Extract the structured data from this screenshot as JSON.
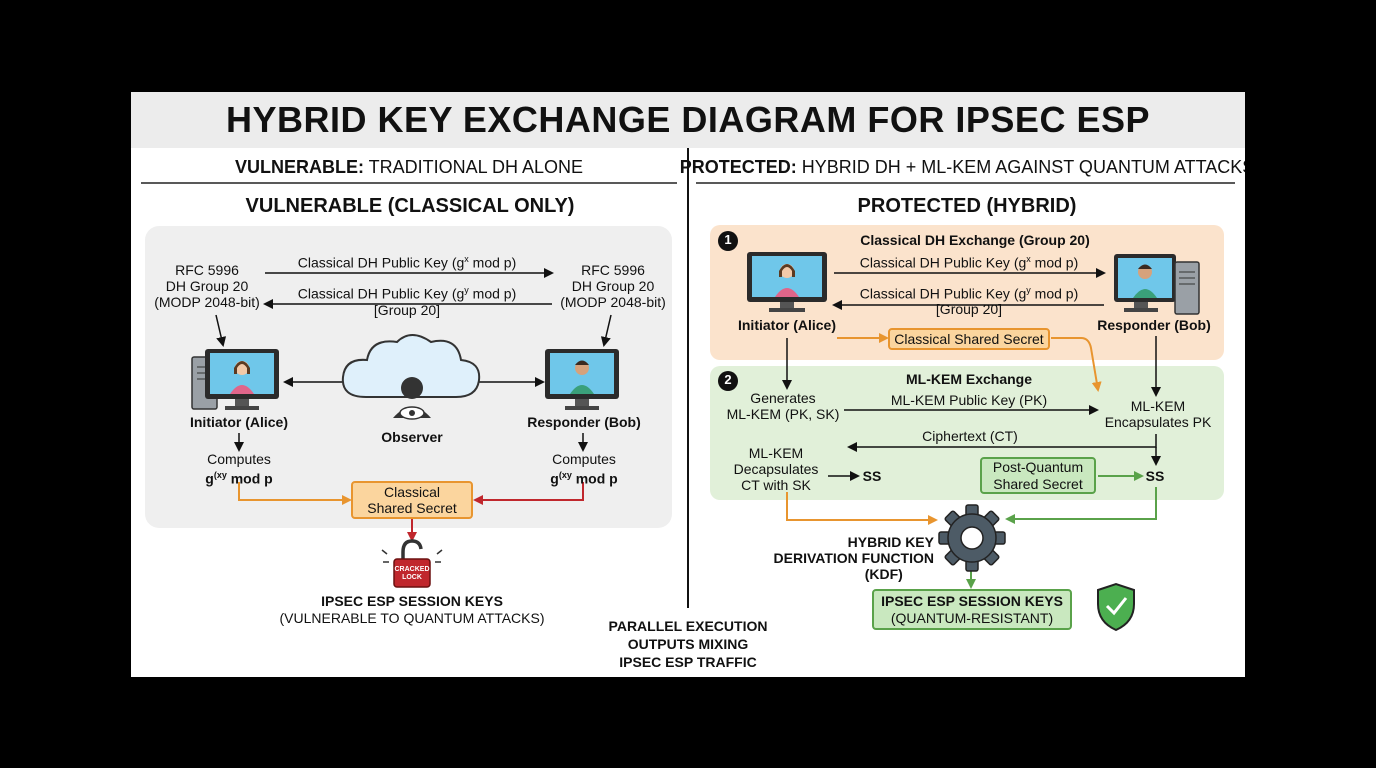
{
  "title": "HYBRID KEY EXCHANGE DIAGRAM FOR IPSEC ESP",
  "left": {
    "header_bold": "VULNERABLE:",
    "header_rest": " TRADITIONAL DH ALONE",
    "section_title": "VULNERABLE (CLASSICAL ONLY)",
    "rfc_left": [
      "RFC 5996",
      "DH Group 20",
      "(MODP 2048-bit)"
    ],
    "rfc_right": [
      "RFC 5996",
      "DH Group 20",
      "(MODP 2048-bit)"
    ],
    "arrow_top_prefix": "Classical DH Public Key (g",
    "arrow_top_sup": "x",
    "arrow_top_suffix": " mod p)",
    "arrow_bottom_prefix": "Classical DH Public Key (g",
    "arrow_bottom_sup": "y",
    "arrow_bottom_suffix": " mod p)",
    "arrow_bottom_sub": "[Group 20]",
    "initiator": "Initiator (Alice)",
    "responder": "Responder (Bob)",
    "observer": "Observer",
    "computes_label": "Computes",
    "computes_prefix": "g",
    "computes_sup": "(xy",
    "computes_suffix": " mod p",
    "shared_secret": [
      "Classical",
      "Shared Secret"
    ],
    "lock_text": [
      "CRACKED",
      "LOCK"
    ],
    "session_keys": "IPSEC ESP SESSION KEYS",
    "session_keys_note": "(VULNERABLE TO QUANTUM ATTACKS)"
  },
  "right": {
    "header_bold": "PROTECTED:",
    "header_rest": " HYBRID DH + ML-KEM AGAINST QUANTUM ATTACKS",
    "section_title": "PROTECTED (HYBRID)",
    "step1_num": "1",
    "step1_title": "Classical DH Exchange (Group 20)",
    "dh_top_prefix": "Classical DH Public Key (g",
    "dh_top_sup": "x",
    "dh_top_suffix": " mod p)",
    "dh_bottom_prefix": "Classical DH Public Key (g",
    "dh_bottom_sup": "y",
    "dh_bottom_suffix": " mod p)",
    "dh_bottom_sub": "[Group 20]",
    "initiator": "Initiator (Alice)",
    "responder": "Responder (Bob)",
    "classical_secret": "Classical Shared Secret",
    "step2_num": "2",
    "step2_title": "ML-KEM Exchange",
    "generates": [
      "Generates",
      "ML-KEM (PK, SK)"
    ],
    "public_key_arrow": "ML-KEM Public Key (PK)",
    "encapsulates": [
      "ML-KEM",
      "Encapsulates PK"
    ],
    "ciphertext_arrow": "Ciphertext (CT)",
    "decapsulates": [
      "ML-KEM",
      "Decapsulates",
      "CT with SK"
    ],
    "ss_left": "SS",
    "ss_right": "SS",
    "pq_secret": [
      "Post-Quantum",
      "Shared Secret"
    ],
    "kdf": [
      "HYBRID KEY",
      "DERIVATION FUNCTION",
      "(KDF)"
    ],
    "session_keys": "IPSEC ESP SESSION KEYS",
    "session_keys_note": "(QUANTUM-RESISTANT)"
  },
  "footer": [
    "PARALLEL EXECUTION",
    "OUTPUTS MIXING",
    "IPSEC ESP TRAFFIC"
  ],
  "colors": {
    "orange": "#e8952f",
    "green": "#5aa24a",
    "red": "#c0272d",
    "orange_panel": "#fbe3cc",
    "green_panel": "#e1f0d9",
    "gray_panel": "#efefef"
  }
}
